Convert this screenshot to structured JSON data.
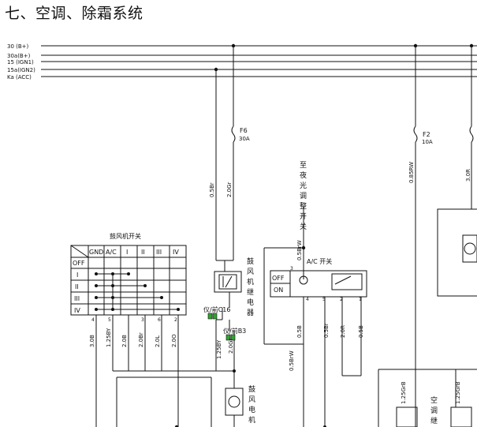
{
  "title": "七、空调、除霜系统",
  "bus_lines": [
    "30 (B+)",
    "30a(B+)",
    "15 (IGN1)",
    "15a(IGN2)",
    "Ka (ACC)"
  ],
  "fuses": [
    {
      "id": "F6",
      "rating": "30A"
    },
    {
      "id": "F2",
      "rating": "10A"
    }
  ],
  "wires": {
    "w_05br": "0.5Br",
    "w_20gr": "2.0Gr",
    "w_085rw": "0.85RW",
    "w_30r": "3.0R",
    "w_05brw_top": "0.5BrW",
    "w_30b": "3.0B",
    "w_125by": "1.25BY",
    "w_20b": "2.0B",
    "w_20br": "2.0Br",
    "w_20l": "2.0L",
    "w_20o": "2.0O",
    "w_125by_b": "1.25BY",
    "w_20gr_b": "2.0Gr",
    "w_05brw_b": "0.5BrW",
    "w_05b": "0.5B",
    "w_05br_b": "0.5Br",
    "w_20r": "2.0R",
    "w_05b_b": "0.5B",
    "w_125grb": "1.25GrB",
    "w_125grb_2": "1.25GrB"
  },
  "blower_switch": {
    "title": "鼓风机开关",
    "headers": [
      "GND",
      "A/C",
      "I",
      "II",
      "III",
      "IV"
    ],
    "rows": [
      "OFF",
      "I",
      "II",
      "III",
      "IV"
    ],
    "pins": [
      "4",
      "5",
      "3",
      "6",
      "2"
    ]
  },
  "blower_relay": {
    "label": "鼓风机继电器",
    "connector": "仪/前C16"
  },
  "connector_b3": "仪/前B3",
  "night_light": "至夜光调整开关",
  "ac_switch": {
    "label": "A/C 开关",
    "states": [
      "OFF",
      "ON"
    ],
    "pins": [
      "3",
      "4",
      "5",
      "2",
      "1"
    ]
  },
  "blower_motor": "鼓风电机",
  "ac_relay": "空调继",
  "colors": {
    "line": "#111111",
    "connector_green": "#2fa52f"
  }
}
